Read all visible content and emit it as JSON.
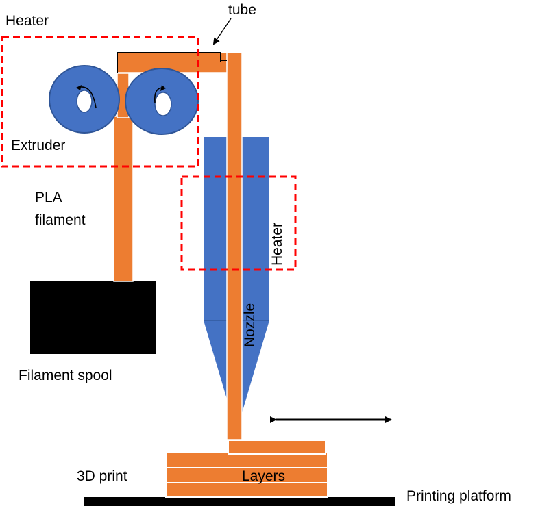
{
  "labels": {
    "heater_top": "Heater",
    "tube": "tube",
    "extruder": "Extruder",
    "pla_line1": "PLA",
    "pla_line2": "filament",
    "filament_spool": "Filament spool",
    "heater_side": "Heater",
    "nozzle": "Nozzle",
    "layers": "Layers",
    "print_3d": "3D print",
    "printing_platform": "Printing platform"
  },
  "colors": {
    "filament": "#ED7D31",
    "nozzle": "#4472C4",
    "heater_box": "#FF0000",
    "spool": "#000000",
    "platform": "#000000",
    "arrow": "#000000"
  },
  "icons": {
    "extruder_gear_left": "gear-wheel-counterclockwise",
    "extruder_gear_right": "gear-wheel-clockwise",
    "motion_arrow": "double-headed-arrow"
  }
}
